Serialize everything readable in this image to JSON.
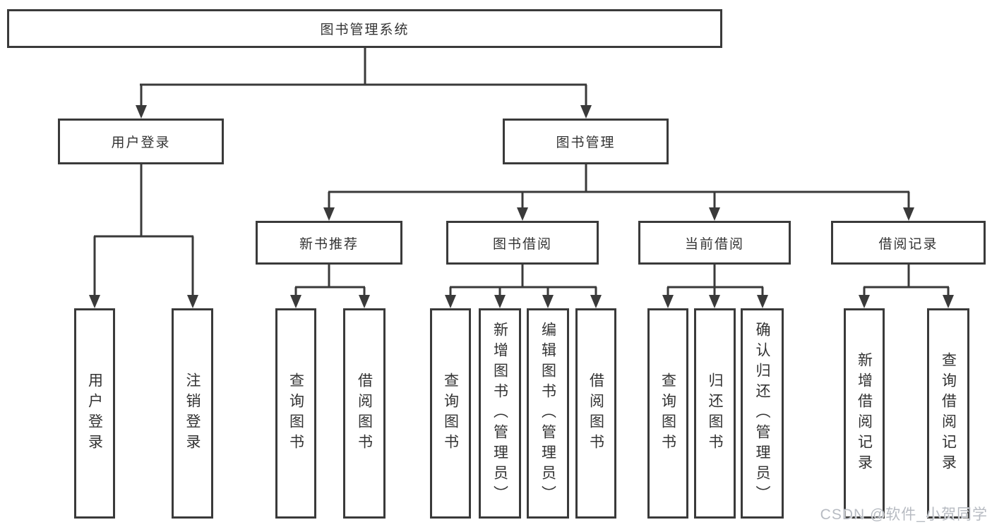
{
  "colors": {
    "line": "#3a3a3a",
    "text": "#333333",
    "background": "#ffffff",
    "watermark": "#b7bbc2"
  },
  "watermark": "CSDN @软件_小贺同学",
  "diagram": {
    "root": "图书管理系统",
    "branches": [
      {
        "label": "用户登录",
        "children": [
          {
            "label": "用户登录"
          },
          {
            "label": "注销登录"
          }
        ]
      },
      {
        "label": "图书管理",
        "groups": [
          {
            "label": "新书推荐",
            "children": [
              {
                "label": "查询图书"
              },
              {
                "label": "借阅图书"
              }
            ]
          },
          {
            "label": "图书借阅",
            "children": [
              {
                "label": "查询图书"
              },
              {
                "label": "新增图书（管理员）"
              },
              {
                "label": "编辑图书（管理员）"
              },
              {
                "label": "借阅图书"
              }
            ]
          },
          {
            "label": "当前借阅",
            "children": [
              {
                "label": "查询图书"
              },
              {
                "label": "归还图书"
              },
              {
                "label": "确认归还（管理员）"
              }
            ]
          },
          {
            "label": "借阅记录",
            "children": [
              {
                "label": "新增借阅记录"
              },
              {
                "label": "查询借阅记录"
              }
            ]
          }
        ]
      }
    ]
  }
}
